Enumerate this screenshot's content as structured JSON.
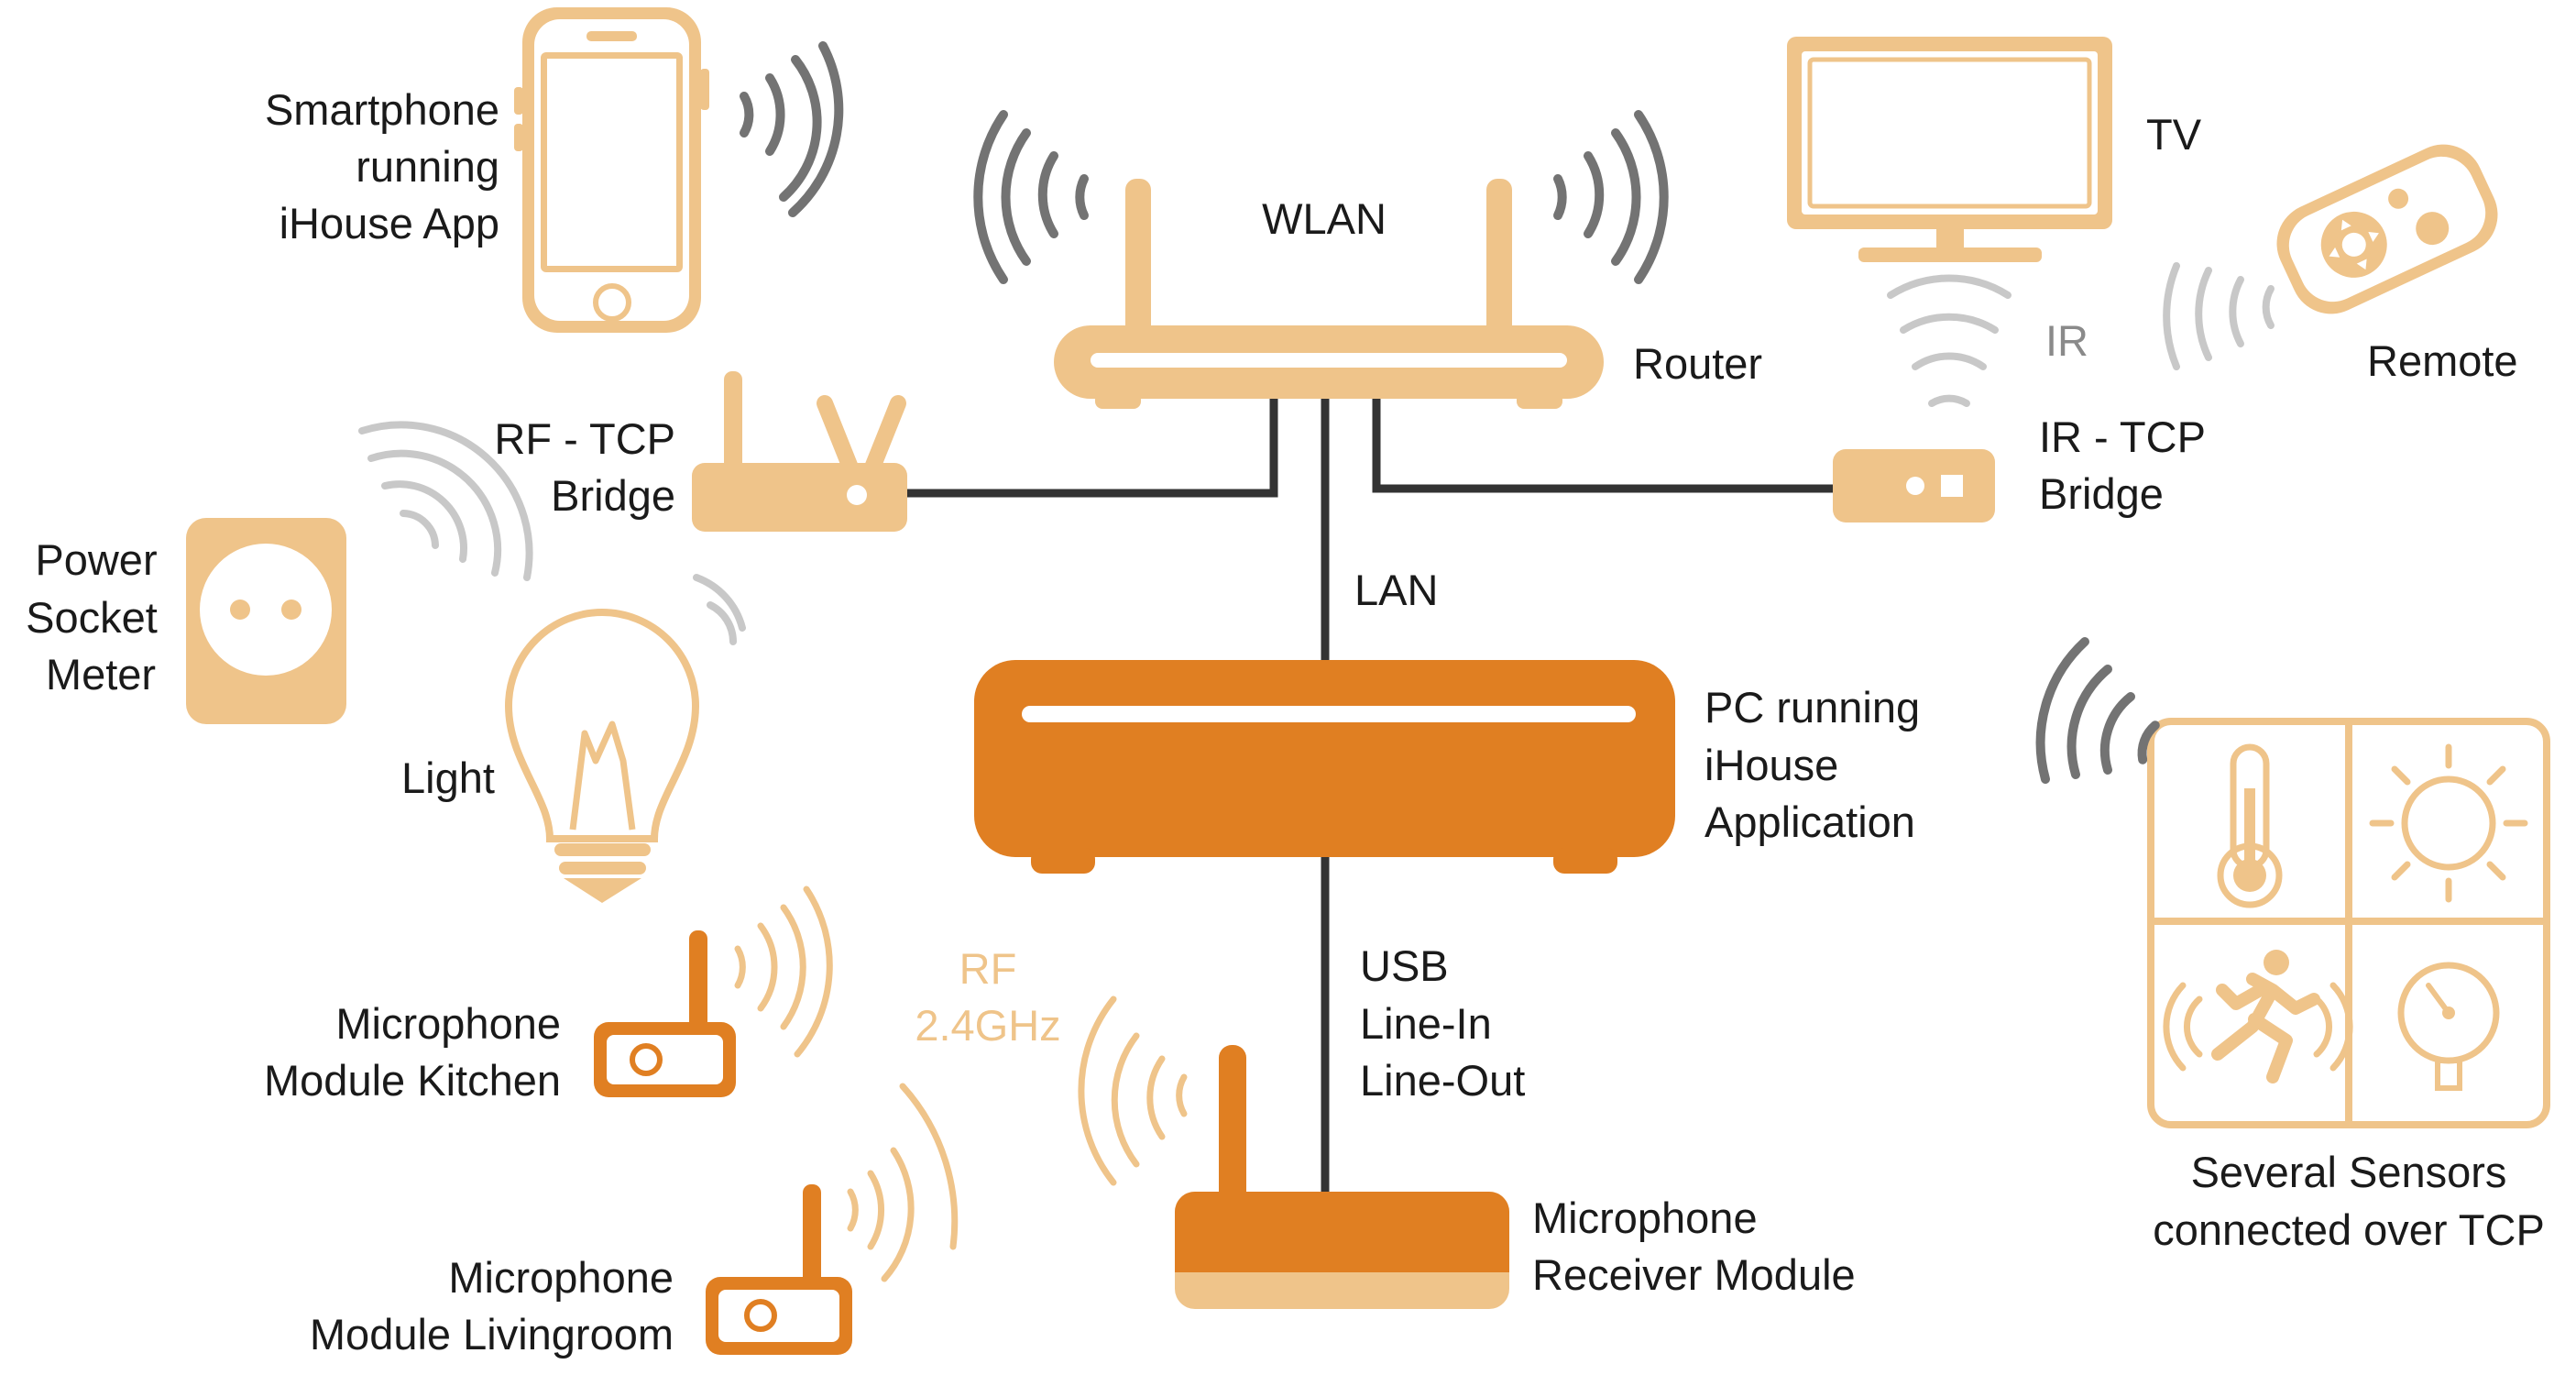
{
  "colors": {
    "light_orange": "#efc48a",
    "dark_orange": "#e07f22",
    "line": "#333333",
    "wave_dark": "#737373",
    "wave_grey": "#c8c8c8"
  },
  "labels": {
    "smartphone": [
      "Smartphone",
      "running",
      "iHouse App"
    ],
    "wlan": "WLAN",
    "router": "Router",
    "tv": "TV",
    "remote": "Remote",
    "ir": "IR",
    "ir_bridge": [
      "IR - TCP",
      "Bridge"
    ],
    "rf_bridge": [
      "RF - TCP",
      "Bridge"
    ],
    "power_socket": [
      "Power",
      "Socket",
      "Meter"
    ],
    "light": "Light",
    "lan": "LAN",
    "pc": [
      "PC running",
      "iHouse",
      "Application"
    ],
    "sensors": [
      "Several Sensors",
      "connected over TCP"
    ],
    "mic_kitchen": [
      "Microphone",
      "Module Kitchen"
    ],
    "rf_freq": [
      "RF",
      "2.4GHz"
    ],
    "usb": [
      "USB",
      "Line-In",
      "Line-Out"
    ],
    "mic_living": [
      "Microphone",
      "Module Livingroom"
    ],
    "mic_receiver": [
      "Microphone",
      "Receiver Module"
    ]
  },
  "icons": [
    "smartphone-icon",
    "router-icon",
    "tv-icon",
    "remote-control-icon",
    "ir-bridge-icon",
    "rf-bridge-icon",
    "power-socket-icon",
    "light-bulb-icon",
    "pc-icon",
    "sensors-panel-icon",
    "thermometer-icon",
    "sun-icon",
    "motion-sensor-icon",
    "pressure-gauge-icon",
    "microphone-module-icon",
    "microphone-receiver-icon",
    "wifi-waves-icon"
  ]
}
